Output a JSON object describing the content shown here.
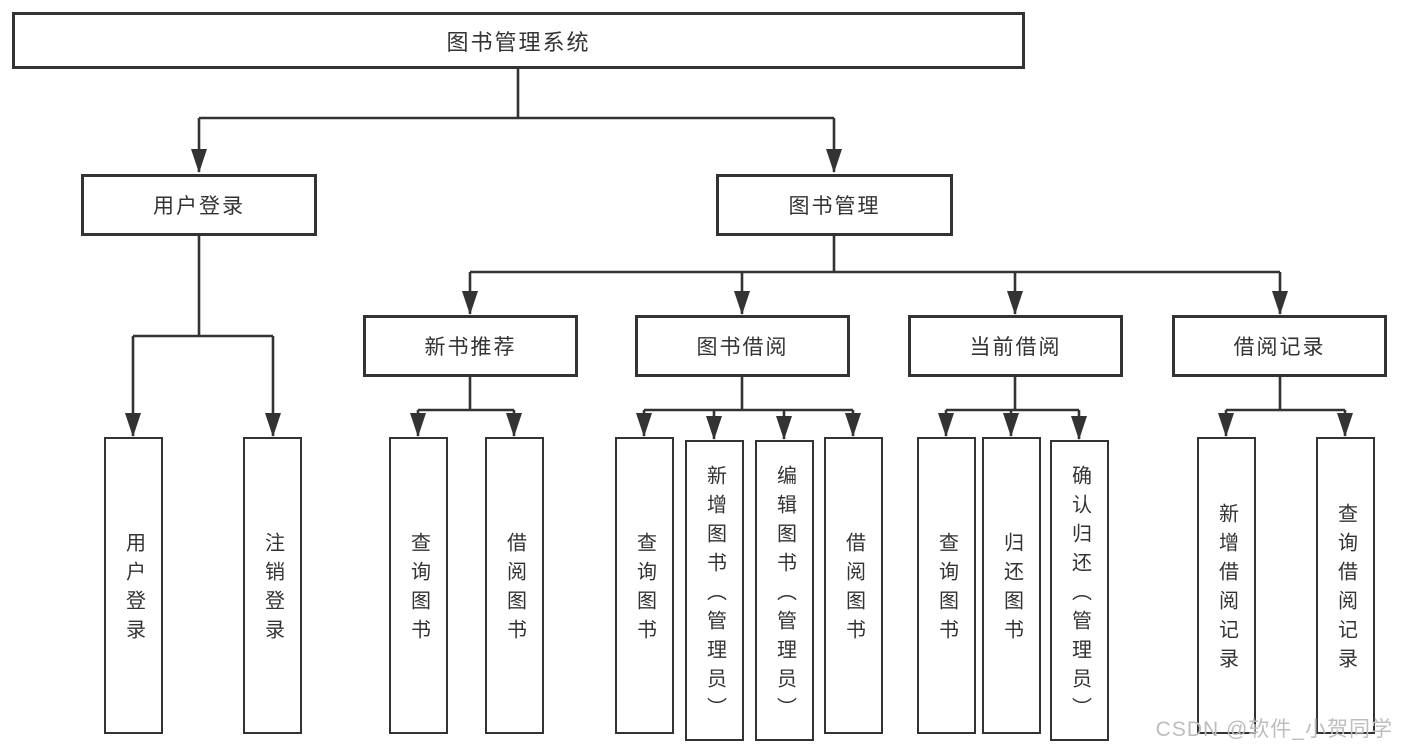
{
  "diagram": {
    "type": "functional-structure-tree",
    "colors": {
      "line": "#333333",
      "box_border": "#333333",
      "box_fill": "#ffffff",
      "text": "#333333",
      "background": "#ffffff",
      "watermark": "#bdbdbd"
    }
  },
  "tree": {
    "label": "图书管理系统",
    "children": [
      {
        "label": "用户登录",
        "children": [
          {
            "label": "用户登录"
          },
          {
            "label": "注销登录"
          }
        ]
      },
      {
        "label": "图书管理",
        "children": [
          {
            "label": "新书推荐",
            "children": [
              {
                "label": "查询图书"
              },
              {
                "label": "借阅图书"
              }
            ]
          },
          {
            "label": "图书借阅",
            "children": [
              {
                "label": "查询图书"
              },
              {
                "label": "新增图书（管理员）"
              },
              {
                "label": "编辑图书（管理员）"
              },
              {
                "label": "借阅图书"
              }
            ]
          },
          {
            "label": "当前借阅",
            "children": [
              {
                "label": "查询图书"
              },
              {
                "label": "归还图书"
              },
              {
                "label": "确认归还（管理员）"
              }
            ]
          },
          {
            "label": "借阅记录",
            "children": [
              {
                "label": "新增借阅记录"
              },
              {
                "label": "查询借阅记录"
              }
            ]
          }
        ]
      }
    ]
  },
  "watermark": {
    "text": "CSDN @软件_小贺同学"
  }
}
